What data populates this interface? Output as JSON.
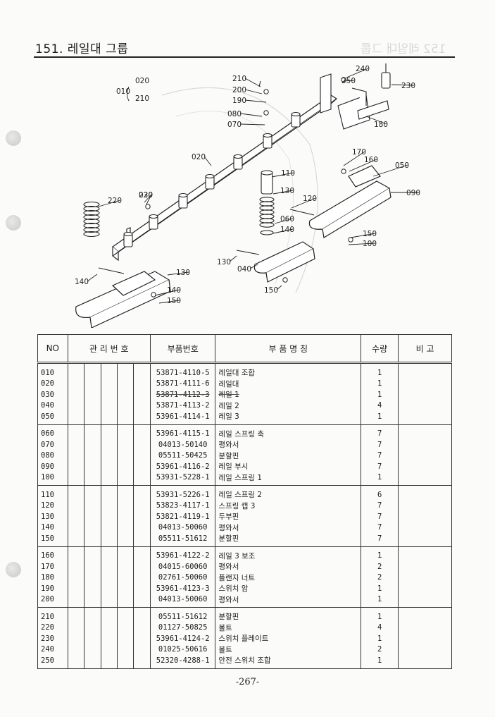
{
  "title": "151. 레일대 그룹",
  "ghost_title": "152 레일대 그룹",
  "diagram": {
    "callouts": [
      "010",
      "020",
      "210",
      "210",
      "200",
      "190",
      "080",
      "070",
      "020",
      "220",
      "240",
      "250",
      "230",
      "180",
      "170",
      "160",
      "050",
      "090",
      "110",
      "130",
      "120",
      "060",
      "140",
      "150",
      "100",
      "220",
      "030",
      "130",
      "040",
      "130",
      "140",
      "150",
      "140",
      "150"
    ]
  },
  "table": {
    "headers": {
      "no": "NO",
      "mgmt": "관 리 번 호",
      "part_no": "부품번호",
      "part_name": "부   품   명   칭",
      "qty": "수량",
      "note": "비 고"
    },
    "groups": [
      [
        {
          "no": "010",
          "part_no": "53871-4110-5",
          "name": "레일대 조합",
          "qty": "1"
        },
        {
          "no": "020",
          "part_no": "53871-4111-6",
          "name": "레일대",
          "qty": "1"
        },
        {
          "no": "030",
          "part_no": "53871-4112-3",
          "name": "레일 1",
          "qty": "1"
        },
        {
          "no": "040",
          "part_no": "53871-4113-2",
          "name": "레일 2",
          "qty": "4"
        },
        {
          "no": "050",
          "part_no": "53961-4114-1",
          "name": "레일 3",
          "qty": "1"
        }
      ],
      [
        {
          "no": "060",
          "part_no": "53961-4115-1",
          "name": "레일 스프링 축",
          "qty": "7"
        },
        {
          "no": "070",
          "part_no": "04013-50140",
          "name": "평와서",
          "qty": "7"
        },
        {
          "no": "080",
          "part_no": "05511-50425",
          "name": "분할핀",
          "qty": "7"
        },
        {
          "no": "090",
          "part_no": "53961-4116-2",
          "name": "레일 부시",
          "qty": "7"
        },
        {
          "no": "100",
          "part_no": "53931-5228-1",
          "name": "레일 스프링 1",
          "qty": "1"
        }
      ],
      [
        {
          "no": "110",
          "part_no": "53931-5226-1",
          "name": "레일 스프링 2",
          "qty": "6"
        },
        {
          "no": "120",
          "part_no": "53823-4117-1",
          "name": "스프링 캡 3",
          "qty": "7"
        },
        {
          "no": "130",
          "part_no": "53821-4119-1",
          "name": "두부핀",
          "qty": "7"
        },
        {
          "no": "140",
          "part_no": "04013-50060",
          "name": "평와서",
          "qty": "7"
        },
        {
          "no": "150",
          "part_no": "05511-51612",
          "name": "분할핀",
          "qty": "7"
        }
      ],
      [
        {
          "no": "160",
          "part_no": "53961-4122-2",
          "name": "레일 3 보조",
          "qty": "1"
        },
        {
          "no": "170",
          "part_no": "04015-60060",
          "name": "평와서",
          "qty": "2"
        },
        {
          "no": "180",
          "part_no": "02761-50060",
          "name": "플랜지 너트",
          "qty": "2"
        },
        {
          "no": "190",
          "part_no": "53961-4123-3",
          "name": "스위치 암",
          "qty": "1"
        },
        {
          "no": "200",
          "part_no": "04013-50060",
          "name": "평와서",
          "qty": "1"
        }
      ],
      [
        {
          "no": "210",
          "part_no": "05511-51612",
          "name": "분할핀",
          "qty": "1"
        },
        {
          "no": "220",
          "part_no": "01127-50825",
          "name": "볼트",
          "qty": "4"
        },
        {
          "no": "230",
          "part_no": "53961-4124-2",
          "name": "스위치 플레이트",
          "qty": "1"
        },
        {
          "no": "240",
          "part_no": "01025-50616",
          "name": "볼트",
          "qty": "2"
        },
        {
          "no": "250",
          "part_no": "52320-4288-1",
          "name": "안전 스위치 조합",
          "qty": "1"
        }
      ]
    ]
  },
  "page_number": "-267-"
}
